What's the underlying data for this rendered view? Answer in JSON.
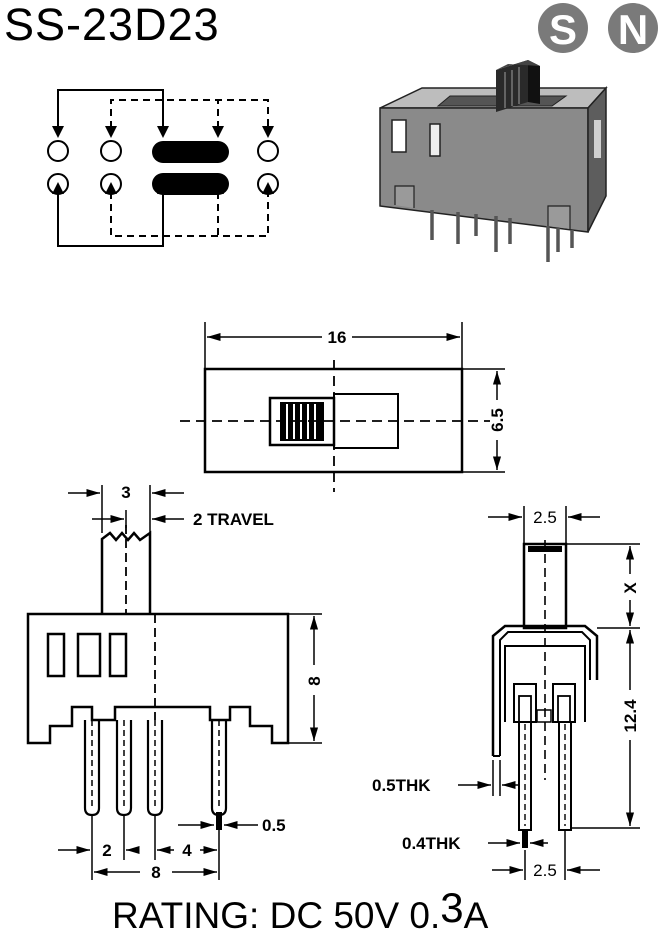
{
  "title": "SS-23D23",
  "logo": {
    "letters": [
      "S",
      "N"
    ],
    "color": "#7a7a7a"
  },
  "dimensions": {
    "body_length": "16",
    "body_width": "6.5",
    "actuator_width": "3",
    "travel": "2 TRAVEL",
    "body_height": "8",
    "pin_pitch": "2",
    "pin_pitch_4": "4",
    "pin_span": "8",
    "pin_thk": "0.5",
    "side_width": "2.5",
    "actuator_height": "X",
    "height_total": "12.4",
    "frame_thk": "0.5THK",
    "pin_thickness": "0.4THK",
    "side_pin_pitch": "2.5"
  },
  "rating": {
    "prefix": "RATING: DC 50V 0.",
    "digit": "3",
    "suffix": "A"
  }
}
